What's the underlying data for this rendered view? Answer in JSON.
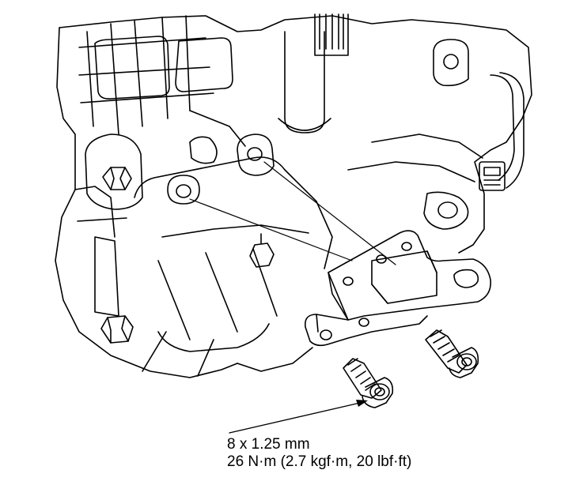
{
  "annotation": {
    "size_label": "8 x 1.25 mm",
    "torque_label": "26 N·m (2.7 kgf·m, 20 lbf·ft)"
  },
  "colors": {
    "line": "#000000",
    "background": "#ffffff"
  },
  "parts": [
    "transmission-housing",
    "mounting-bracket",
    "flange-bolt",
    "flange-bolt",
    "hex-bolt"
  ]
}
